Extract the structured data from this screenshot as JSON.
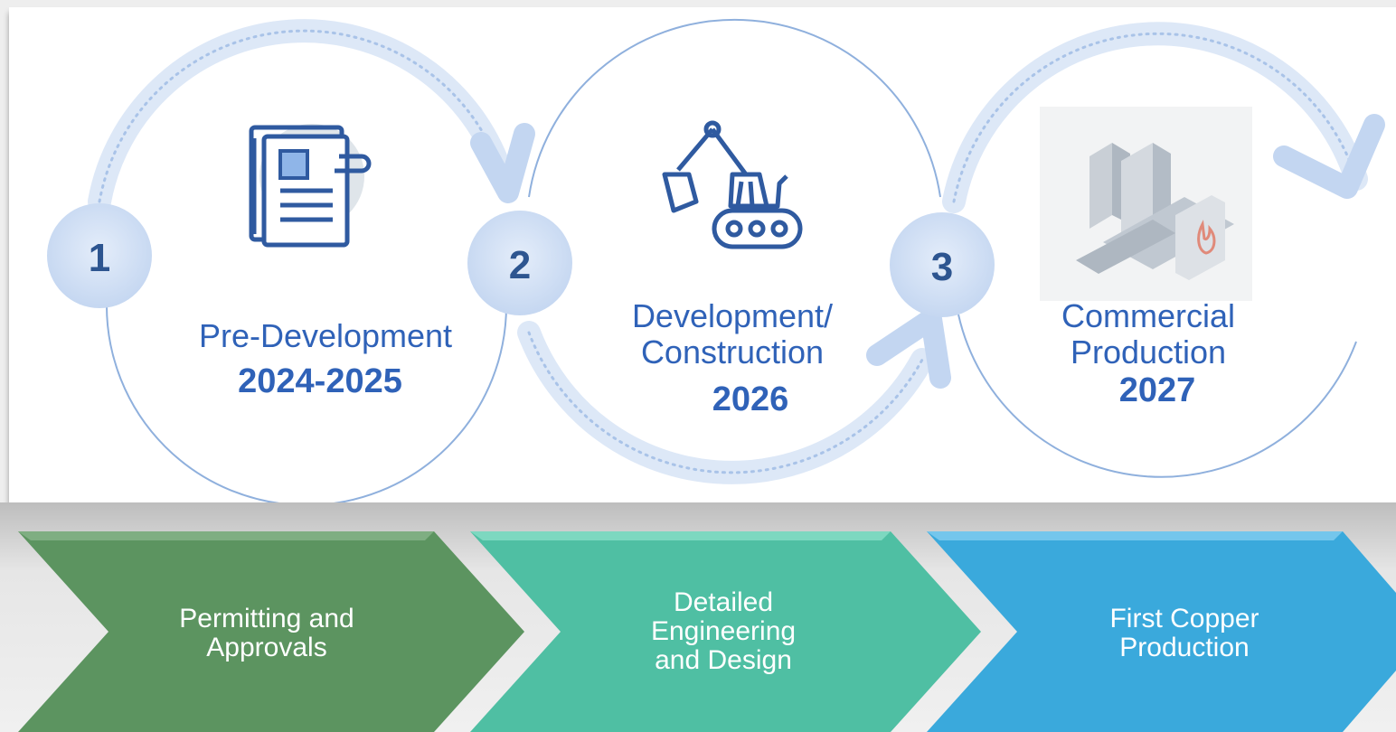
{
  "phases": [
    {
      "number": "1",
      "title": "Pre-Development",
      "year": "2024-2025",
      "icon": "document-icon"
    },
    {
      "number": "2",
      "title_line1": "Development/",
      "title_line2": "Construction",
      "year": "2026",
      "icon": "excavator-icon"
    },
    {
      "number": "3",
      "title_line1": "Commercial",
      "title_line2": "Production",
      "year": "2027",
      "icon": "factory-icon"
    }
  ],
  "milestones": [
    {
      "line1": "Permitting and",
      "line2": "Approvals",
      "color": "#5c9460"
    },
    {
      "line1": "Detailed",
      "line2": "Engineering",
      "line3": "and Design",
      "color": "#4fbfa3"
    },
    {
      "line1": "First Copper",
      "line2": "Production",
      "color": "#3aa9dc"
    }
  ],
  "colors": {
    "title_blue": "#2f62b8",
    "ring_line": "#8fb0dd",
    "dotted_arc": "#c6d8f1",
    "number_circle": "#d4e2f6",
    "number_text": "#2d5590"
  }
}
